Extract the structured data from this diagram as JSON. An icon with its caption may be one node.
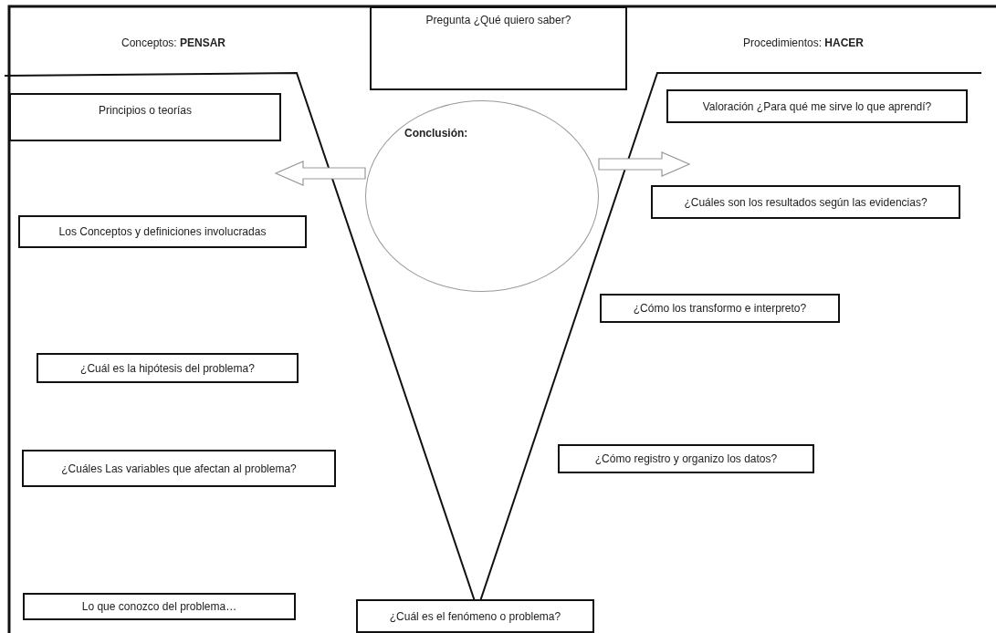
{
  "diagram": {
    "nodes": [
      {
        "text": [
          "Pregunta ¿Qué quiero saber?"
        ]
      },
      {
        "text": [
          "Conclusión:"
        ]
      },
      {
        "text": [
          "Principios o teorías"
        ]
      },
      {
        "text": [
          "Valoración ¿Para qué me sirve lo que aprendí?"
        ]
      },
      {
        "text": [
          "¿Cuáles son los resultados según las evidencias?"
        ]
      },
      {
        "text": [
          "Los Conceptos y definiciones involucradas"
        ]
      },
      {
        "text": [
          "¿Cómo los transformo e interpreto?"
        ]
      },
      {
        "text": [
          "¿Cuál es la hipótesis del problema?"
        ]
      },
      {
        "text": [
          "¿Cómo registro y organizo los datos?"
        ]
      },
      {
        "text": [
          "¿Cuáles Las variables que afectan al problema?"
        ]
      },
      {
        "text": [
          "Lo que conozco del problema…"
        ]
      },
      {
        "text": [
          "¿Cuál es el fenómeno o problema?"
        ]
      }
    ],
    "edges": [
      {
        "from": 1,
        "to": null,
        "arrow": "to"
      },
      {
        "from": 1,
        "to": null,
        "arrow": "to"
      }
    ],
    "labels": [
      "Conceptos: **PENSAR**",
      "Procedimientos: **HACER**"
    ]
  }
}
